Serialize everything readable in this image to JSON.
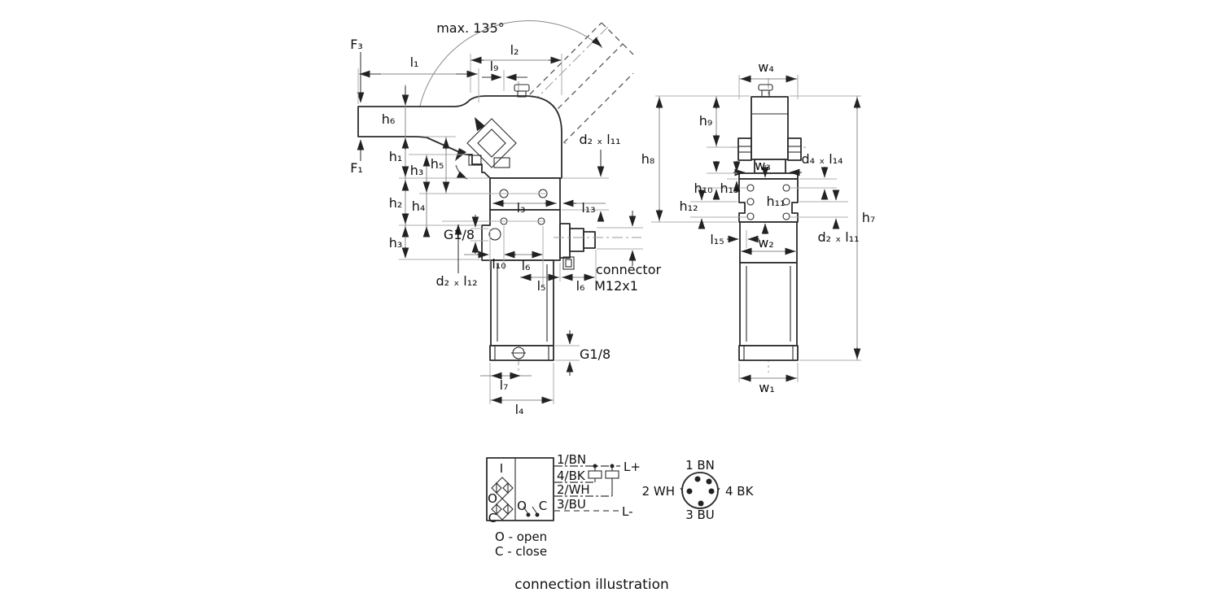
{
  "caption": "connection illustration",
  "labels": {
    "max_angle": "max. 135°",
    "F3": "F₃",
    "F1": "F₁",
    "l1": "l₁",
    "l2": "l₂",
    "l9": "l₉",
    "h6": "h₆",
    "h1": "h₁",
    "h2": "h₂",
    "h3": "h₃",
    "h4": "h₄",
    "h5": "h₅",
    "l3": "l₃",
    "l13": "l₁₃",
    "d2xl11": "d₂ ₓ l₁₁",
    "d2xl12": "d₂ ₓ l₁₂",
    "d4xl14": "d₄ ₓ l₁₄",
    "g18": "G1/8",
    "l10": "l₁₀",
    "l6": "l₆",
    "l5": "l₅",
    "l7": "l₇",
    "l4": "l₄",
    "l15": "l₁₅",
    "connector_line1": "connector",
    "connector_line2": "M12x1",
    "w4": "w₄",
    "w3": "w₃",
    "w2": "w₂",
    "w1": "w₁",
    "h9": "h₉",
    "h8": "h₈",
    "h7": "h₇",
    "h10": "h₁₀",
    "h11": "h₁₁",
    "h12": "h₁₂",
    "h13": "h₁₃"
  },
  "wiring": {
    "box": {
      "input": "I",
      "open_port": "O",
      "close_port": "C",
      "switch_open": "O",
      "switch_close": "C"
    },
    "wires": [
      "1/BN",
      "4/BK",
      "2/WH",
      "3/BU"
    ],
    "supply_plus": "L+",
    "supply_minus": "L-",
    "legend_open": "O - open",
    "legend_close": "C - close",
    "pins": {
      "p1": "1 BN",
      "p2": "2 WH",
      "p4": "4 BK",
      "p3": "3 BU"
    }
  },
  "colors": {
    "line": "#2b2b2b",
    "dim": "#3a3a3a",
    "background": "#ffffff"
  }
}
